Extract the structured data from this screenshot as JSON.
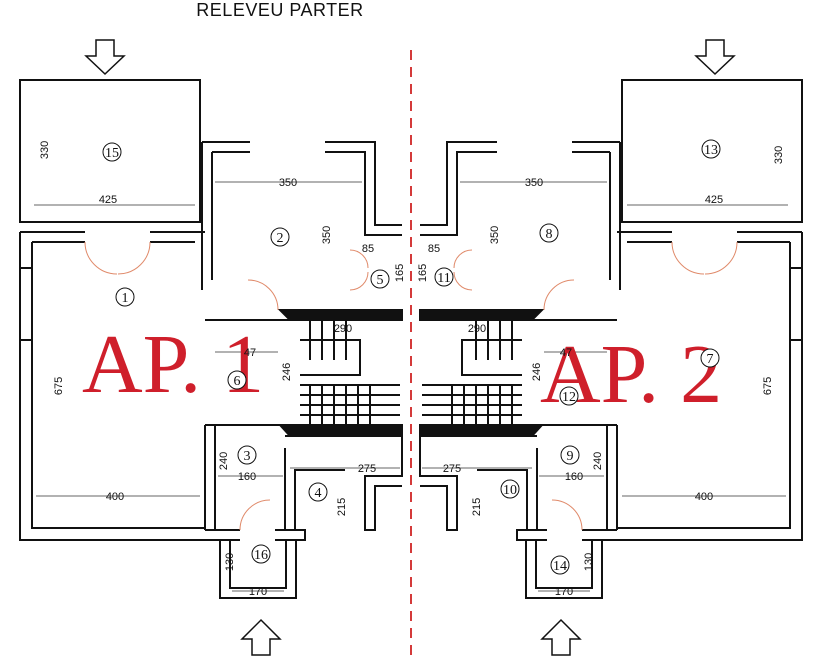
{
  "plan": {
    "title": "RELEVEU PARTER",
    "apartment_1": "AP. 1",
    "apartment_2": "AP. 2",
    "accent_color": "#cf1f2b",
    "rooms": [
      "1",
      "2",
      "3",
      "4",
      "5",
      "6",
      "7",
      "8",
      "9",
      "10",
      "11",
      "12",
      "13",
      "14",
      "15",
      "16"
    ],
    "dimensions": {
      "d330_left": "330",
      "d425_left": "425",
      "d350_r2": "350",
      "d350v_r2": "350",
      "d85_l": "85",
      "d165_l": "165",
      "d290_l": "290",
      "d47_l": "47",
      "d246_l": "246",
      "d675_l": "675",
      "d240_l": "240",
      "d160_l": "160",
      "d275_l": "275",
      "d400_l": "400",
      "d215_l": "215",
      "d130_l": "130",
      "d170_l": "170",
      "d330_right": "330",
      "d425_right": "425",
      "d350_r8": "350",
      "d350v_r8": "350",
      "d85_r": "85",
      "d165_r": "165",
      "d290_r": "290",
      "d47_r": "47",
      "d246_r": "246",
      "d675_r": "675",
      "d240_r": "240",
      "d160_r": "160",
      "d275_r": "275",
      "d400_r": "400",
      "d215_r": "215",
      "d130_r": "130",
      "d170_r": "170"
    }
  }
}
